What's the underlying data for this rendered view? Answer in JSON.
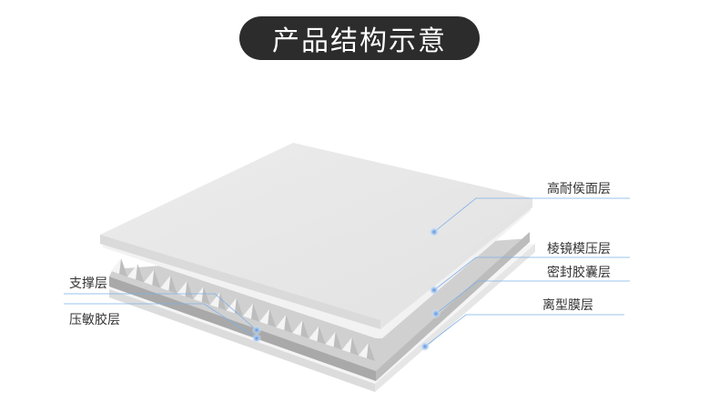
{
  "title": "产品结构示意",
  "colors": {
    "pill": "#2c2c2c",
    "leader": "#7fb0e8",
    "dot": "#8ab6ec"
  },
  "layers_right": [
    "高耐侯面层",
    "棱镜模压层",
    "密封胶囊层",
    "离型膜层"
  ],
  "layers_left": [
    "支撑层",
    "压敏胶层"
  ]
}
